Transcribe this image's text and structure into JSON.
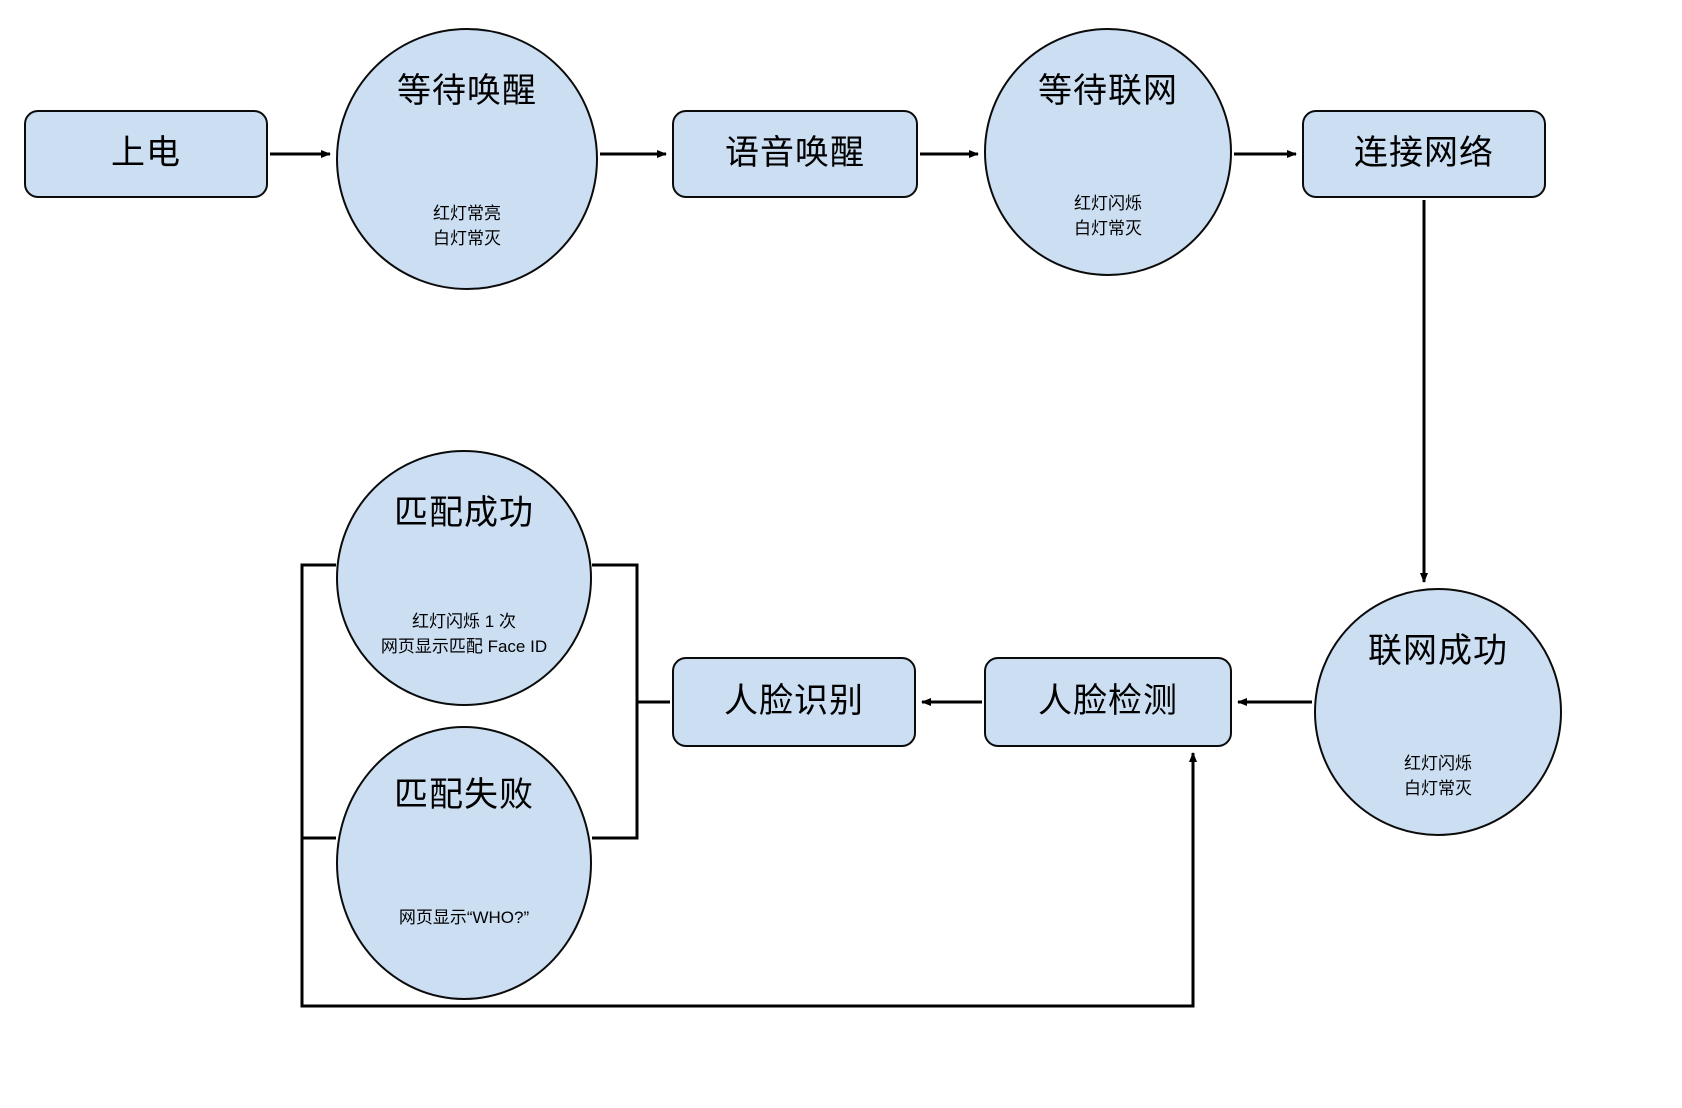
{
  "diagram": {
    "title_present": false,
    "style": {
      "node_fill": "#cbdef2",
      "node_stroke": "#0b0b0b",
      "edge_color": "#000000",
      "background": "#ffffff",
      "text_color": "#000000"
    },
    "nodes": [
      {
        "id": "power",
        "shape": "rounded-rect",
        "title": "上电",
        "sub": []
      },
      {
        "id": "wait-wake",
        "shape": "circle",
        "title": "等待唤醒",
        "sub": [
          "红灯常亮",
          "白灯常灭"
        ]
      },
      {
        "id": "voice-wake",
        "shape": "rounded-rect",
        "title": "语音唤醒",
        "sub": []
      },
      {
        "id": "wait-net",
        "shape": "circle",
        "title": "等待联网",
        "sub": [
          "红灯闪烁",
          "白灯常灭"
        ]
      },
      {
        "id": "connect-net",
        "shape": "rounded-rect",
        "title": "连接网络",
        "sub": []
      },
      {
        "id": "net-ok",
        "shape": "circle",
        "title": "联网成功",
        "sub": [
          "红灯闪烁",
          "白灯常灭"
        ]
      },
      {
        "id": "face-detect",
        "shape": "rounded-rect",
        "title": "人脸检测",
        "sub": []
      },
      {
        "id": "face-recognize",
        "shape": "rounded-rect",
        "title": "人脸识别",
        "sub": []
      },
      {
        "id": "match-success",
        "shape": "circle",
        "title": "匹配成功",
        "sub": [
          "红灯闪烁 1 次",
          "网页显示匹配 Face ID"
        ]
      },
      {
        "id": "match-fail",
        "shape": "circle",
        "title": "匹配失败",
        "sub": [
          "网页显示“WHO?”"
        ]
      }
    ],
    "edges": [
      {
        "from": "power",
        "to": "wait-wake",
        "arrow": true
      },
      {
        "from": "wait-wake",
        "to": "voice-wake",
        "arrow": true
      },
      {
        "from": "voice-wake",
        "to": "wait-net",
        "arrow": true
      },
      {
        "from": "wait-net",
        "to": "connect-net",
        "arrow": true
      },
      {
        "from": "connect-net",
        "to": "net-ok",
        "arrow": true
      },
      {
        "from": "net-ok",
        "to": "face-detect",
        "arrow": true
      },
      {
        "from": "face-detect",
        "to": "face-recognize",
        "arrow": true
      },
      {
        "from": "face-recognize",
        "to": "match-success",
        "arrow": false
      },
      {
        "from": "face-recognize",
        "to": "match-fail",
        "arrow": false
      },
      {
        "from": "match-fail",
        "to": "face-detect",
        "arrow": true
      }
    ]
  },
  "labels": {
    "power_title": "上电",
    "wait_wake_title": "等待唤醒",
    "wait_wake_sub1": "红灯常亮",
    "wait_wake_sub2": "白灯常灭",
    "voice_title": "语音唤醒",
    "wait_net_title": "等待联网",
    "wait_net_sub1": "红灯闪烁",
    "wait_net_sub2": "白灯常灭",
    "connect_title": "连接网络",
    "net_ok_title": "联网成功",
    "net_ok_sub1": "红灯闪烁",
    "net_ok_sub2": "白灯常灭",
    "face_detect_title": "人脸检测",
    "face_rec_title": "人脸识别",
    "match_ok_title": "匹配成功",
    "match_ok_sub1": "红灯闪烁 1 次",
    "match_ok_sub2": "网页显示匹配 Face ID",
    "match_fail_title": "匹配失败",
    "match_fail_sub1": "网页显示“WHO?”"
  }
}
